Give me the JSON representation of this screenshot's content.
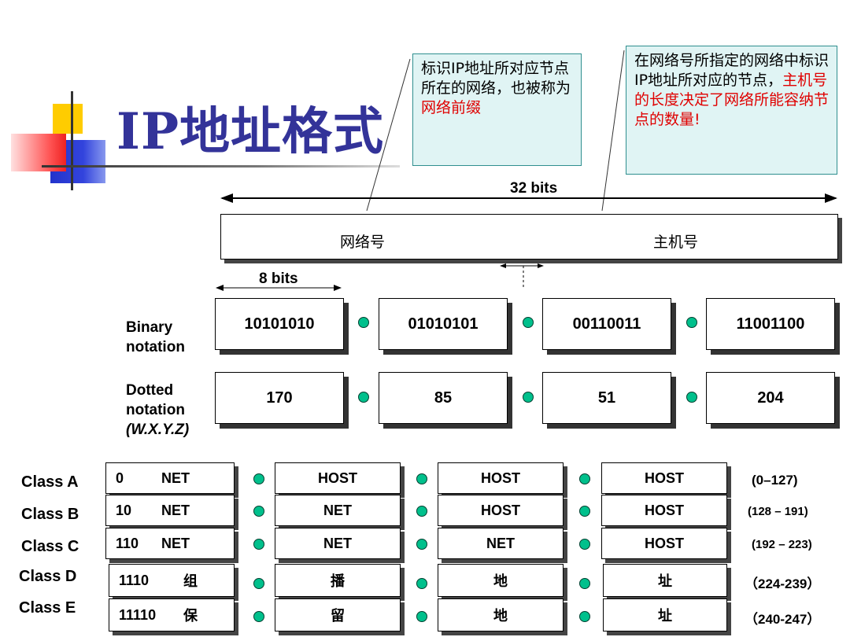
{
  "slide_title": "IP地址格式",
  "callout_left": {
    "text": "标识IP地址所对应节点所在的网络，也被称为",
    "red_text": "网络前缀"
  },
  "callout_right": {
    "text": "在网络号所指定的网络中标识IP地址所对应的节点，",
    "red_text": "主机号的长度决定了网络所能容纳节点的数量!"
  },
  "bits_total_label": "32 bits",
  "network_label": "网络号",
  "host_label": "主机号",
  "octet_bits_label": "8 bits",
  "binary_label": [
    "Binary",
    "notation"
  ],
  "binary_octets": [
    "10101010",
    "01010101",
    "00110011",
    "11001100"
  ],
  "dotted_label": [
    "Dotted",
    "notation",
    "(W.X.Y.Z)"
  ],
  "dotted_octets": [
    "170",
    "85",
    "51",
    "204"
  ],
  "classes": [
    {
      "name": "Class A",
      "first_prefix": "0",
      "first_text": "NET",
      "cells": [
        "HOST",
        "HOST",
        "HOST"
      ],
      "range": "(0–127)"
    },
    {
      "name": "Class B",
      "first_prefix": "10",
      "first_text": "NET",
      "cells": [
        "NET",
        "HOST",
        "HOST"
      ],
      "range": "(128 – 191)"
    },
    {
      "name": "Class C",
      "first_prefix": "110",
      "first_text": "NET",
      "cells": [
        "NET",
        "NET",
        "HOST"
      ],
      "range": "(192 – 223)"
    },
    {
      "name": "Class D",
      "first_prefix": "1110",
      "first_text": "组",
      "cells": [
        "播",
        "地",
        "址"
      ],
      "range": "（224-239）"
    },
    {
      "name": "Class E",
      "first_prefix": "11110",
      "first_text": "保",
      "cells": [
        "留",
        "地",
        "址"
      ],
      "range": "（240-247）"
    }
  ],
  "colors": {
    "title": "#333399",
    "accent_red": "#e00000",
    "dot": "#00c08c",
    "callout_bg": "#e0f4f4"
  }
}
